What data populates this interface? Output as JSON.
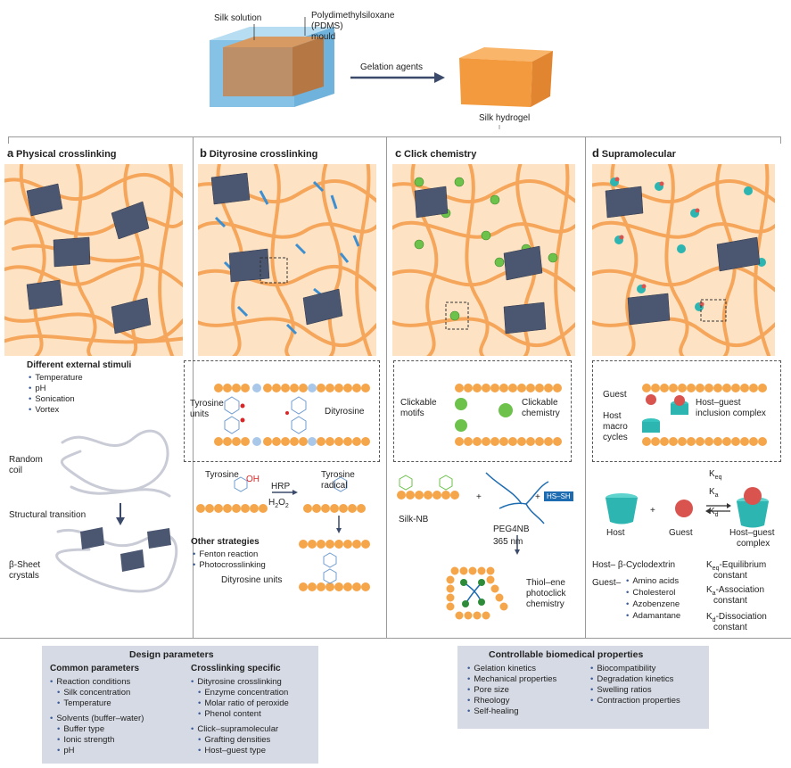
{
  "top": {
    "silk_solution": "Silk solution",
    "pdms_1": "Polydimethylsiloxane",
    "pdms_2": "(PDMS)",
    "pdms_3": "mould",
    "gelation_agents": "Gelation agents",
    "silk_hydrogel": "Silk hydrogel"
  },
  "panels": {
    "a": {
      "letter": "a",
      "title": "Physical crosslinking",
      "stimuli_title": "Different external stimuli",
      "stimuli": [
        "Temperature",
        "pH",
        "Sonication",
        "Vortex"
      ],
      "random_coil_1": "Random",
      "random_coil_2": "coil",
      "structural_transition": "Structural transition",
      "beta_1": "β-Sheet",
      "beta_2": "crystals"
    },
    "b": {
      "letter": "b",
      "title": "Dityrosine crosslinking",
      "tyrosine_units_1": "Tyrosine",
      "tyrosine_units_2": "units",
      "dityrosine": "Dityrosine",
      "tyrosine": "Tyrosine",
      "hrp": "HRP",
      "h2o2_h": "H",
      "h2o2_2a": "2",
      "h2o2_o": "O",
      "h2o2_2b": "2",
      "radical_1": "Tyrosine",
      "radical_2": "radical",
      "oh": "OH",
      "other_title": "Other strategies",
      "other": [
        "Fenton reaction",
        "Photocrosslinking"
      ],
      "dityrosine_units": "Dityrosine units"
    },
    "c": {
      "letter": "c",
      "title": "Click chemistry",
      "motifs_1": "Clickable",
      "motifs_2": "motifs",
      "chem_1": "Clickable",
      "chem_2": "chemistry",
      "silk_nb": "Silk-NB",
      "peg4nb": "PEG4NB",
      "nm": "365 nm",
      "hs_sh": "HS–SH",
      "plus": "+",
      "thiol_1": "Thiol–ene",
      "thiol_2": "photoclick",
      "thiol_3": "chemistry"
    },
    "d": {
      "letter": "d",
      "title": "Supramolecular",
      "guest": "Guest",
      "host_1": "Host",
      "host_2": "macro",
      "host_3": "cycles",
      "complex_1": "Host–guest",
      "complex_2": "inclusion complex",
      "k": "K",
      "keq_sub": "eq",
      "ka_sub": "a",
      "kd_sub": "d",
      "host_label": "Host",
      "guest_label": "Guest",
      "hgc_1": "Host–guest",
      "hgc_2": "complex",
      "plus": "+",
      "host_def": "Host– β-Cyclodextrin",
      "guest_def": "Guest–",
      "guests": [
        "Amino acids",
        "Cholesterol",
        "Azobenzene",
        "Adamantane"
      ],
      "keq_def_1": "-Equilibrium",
      "keq_def_2": "constant",
      "ka_def_1": "-Association",
      "ka_def_2": "constant",
      "kd_def_1": "-Dissociation",
      "kd_def_2": "constant"
    }
  },
  "design": {
    "title": "Design parameters",
    "common_title": "Common parameters",
    "reaction": "Reaction conditions",
    "reaction_items": [
      "Silk concentration",
      "Temperature"
    ],
    "solvents": "Solvents (buffer–water)",
    "solvent_items": [
      "Buffer type",
      "Ionic strength",
      "pH"
    ],
    "specific_title": "Crosslinking specific",
    "dityrosine": "Dityrosine crosslinking",
    "dityrosine_items": [
      "Enzyme concentration",
      "Molar ratio of peroxide",
      "Phenol content"
    ],
    "click": "Click–supramolecular",
    "click_items": [
      "Grafting densities",
      "Host–guest type"
    ]
  },
  "properties": {
    "title": "Controllable biomedical properties",
    "left": [
      "Gelation kinetics",
      "Mechanical properties",
      "Pore size",
      "Rheology",
      "Self-healing"
    ],
    "right": [
      "Biocompatibility",
      "Degradation kinetics",
      "Swelling ratios",
      "Contraction properties"
    ]
  },
  "colors": {
    "silk_fiber": "#f5a65b",
    "network_bg": "#fde3c4",
    "beta_sheet": "#4b5670",
    "bead": "#f5a54a",
    "crosslink_blue": "#3d8fd1",
    "click_green": "#6cc24a",
    "host_teal": "#2cb5b1",
    "guest_red": "#d9534f",
    "panel_gray": "#d6dae4",
    "hydrogel": "#f59a3f"
  }
}
